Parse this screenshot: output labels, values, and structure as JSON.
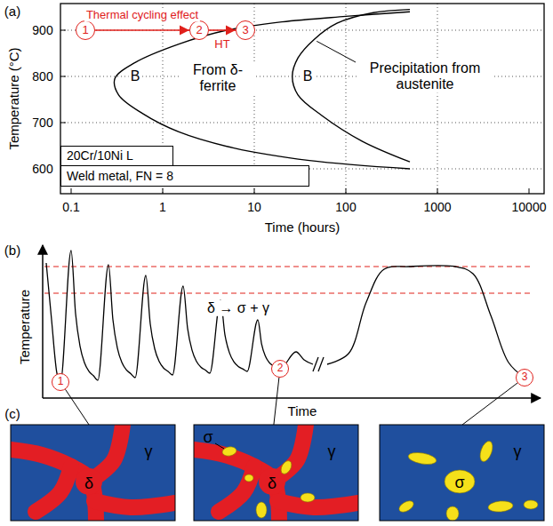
{
  "diagram": {
    "nodes": [
      {
        "text": [
          "1"
        ]
      },
      {
        "text": [
          "2"
        ]
      },
      {
        "text": [
          "3"
        ]
      },
      {
        "text": [
          "20Cr/10Ni L"
        ]
      },
      {
        "text": [
          "Weld metal, FN = 8"
        ]
      },
      {
        "text": [
          "1"
        ]
      },
      {
        "text": [
          "2"
        ]
      },
      {
        "text": [
          "3"
        ]
      },
      {
        "text": [
          "δ",
          "γ"
        ]
      },
      {
        "text": [
          "σ",
          "δ",
          "γ"
        ]
      },
      {
        "text": [
          "γ",
          "σ"
        ]
      }
    ],
    "edges": [
      {
        "from": 0,
        "to": 1,
        "arrow": "to",
        "label": "Thermal cycling effect"
      },
      {
        "from": 1,
        "to": 2,
        "arrow": "to",
        "label": "HT"
      },
      {
        "from": 5,
        "to": 8,
        "arrow": "none"
      },
      {
        "from": 6,
        "to": 9,
        "arrow": "none"
      },
      {
        "from": 7,
        "to": 10,
        "arrow": "none"
      }
    ],
    "labels": [
      "(a)",
      "Temperature (°C)",
      "900",
      "800",
      "700",
      "600",
      "0.1",
      "1",
      "10",
      "100",
      "1000",
      "10000",
      "Time (hours)",
      "B",
      "From δ-ferrite",
      "B",
      "Precipitation from austenite",
      "(b)",
      "Temperature",
      "δ → σ + γ",
      "Time",
      "(c)"
    ]
  }
}
